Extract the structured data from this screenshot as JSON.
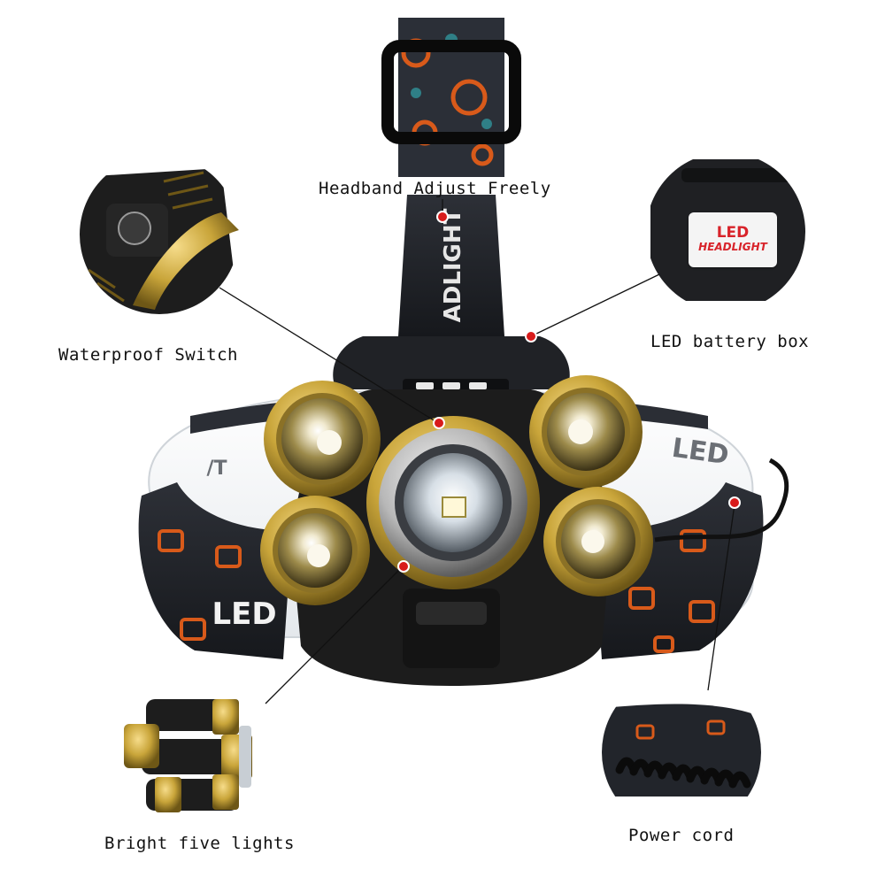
{
  "callouts": {
    "headband": "Headband Adjust Freely",
    "switch": "Waterproof Switch",
    "battery": "LED battery box",
    "lights": "Bright five lights",
    "cord": "Power cord"
  },
  "product_markings": {
    "strap_top": "ADLIGHT",
    "strap_right": "LED",
    "strap_left": "LED",
    "strap_mid": "/T",
    "badge_line1": "LED",
    "badge_line2": "HEADLIGHT"
  },
  "colors": {
    "gold": "#c9a53a",
    "body": "#1c1c1c",
    "strap": "#23262d",
    "strap_pattern": "#d85a1a",
    "callout_dot": "#d81b1b",
    "leader_line": "#111111"
  }
}
